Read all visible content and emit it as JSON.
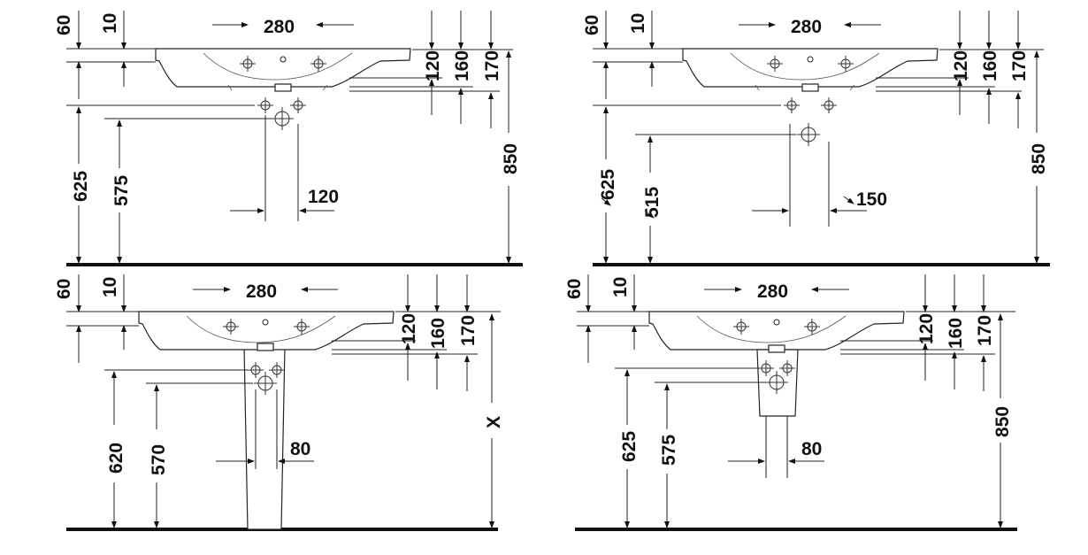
{
  "panels": [
    {
      "id": "wall-mounted-siphon",
      "dims": {
        "top_60": "60",
        "top_10": "10",
        "width_280": "280",
        "r_120": "120",
        "r_160": "160",
        "r_170": "170",
        "h_850": "850",
        "h_625": "625",
        "h_575": "575",
        "w_120": "120"
      }
    },
    {
      "id": "wall-mounted-offset",
      "dims": {
        "top_60": "60",
        "top_10": "10",
        "width_280": "280",
        "r_120": "120",
        "r_160": "160",
        "r_170": "170",
        "h_850": "850",
        "h_625": "625",
        "h_515": "515",
        "w_150": "150"
      }
    },
    {
      "id": "pedestal",
      "dims": {
        "top_60": "60",
        "top_10": "10",
        "width_280": "280",
        "r_120": "120",
        "r_160": "160",
        "r_170": "170",
        "h_x": "X",
        "h_620": "620",
        "h_570": "570",
        "w_80": "80"
      }
    },
    {
      "id": "semi-pedestal",
      "dims": {
        "top_60": "60",
        "top_10": "10",
        "width_280": "280",
        "r_120": "120",
        "r_160": "160",
        "r_170": "170",
        "h_850": "850",
        "h_625": "625",
        "h_575": "575",
        "w_80": "80"
      }
    }
  ]
}
